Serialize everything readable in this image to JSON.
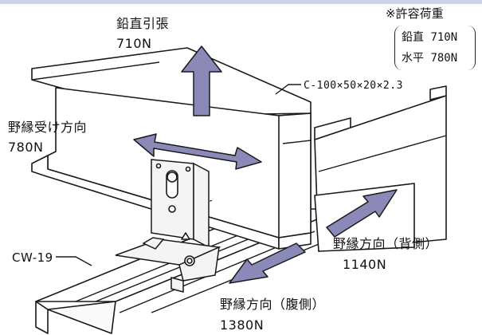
{
  "labels": {
    "vertical_tension": "鉛直引張",
    "vertical_tension_value": "710N",
    "receiver_direction": "野縁受け方向",
    "receiver_direction_value": "780N",
    "channel_spec": "C-100×50×20×2.3",
    "stud": "CW-19",
    "back_direction": "野縁方向（背側）",
    "back_direction_value": "1140N",
    "belly_direction": "野縁方向（腹側）",
    "belly_direction_value": "1380N"
  },
  "allowable_load": {
    "heading": "※許容荷重",
    "rows": [
      {
        "label": "鉛直",
        "value": "710N"
      },
      {
        "label": "水平",
        "value": "780N"
      }
    ]
  },
  "colors": {
    "arrow_fill": "#8a89b7",
    "line": "#1a1a1a",
    "top_border": "#cfd3e6"
  }
}
